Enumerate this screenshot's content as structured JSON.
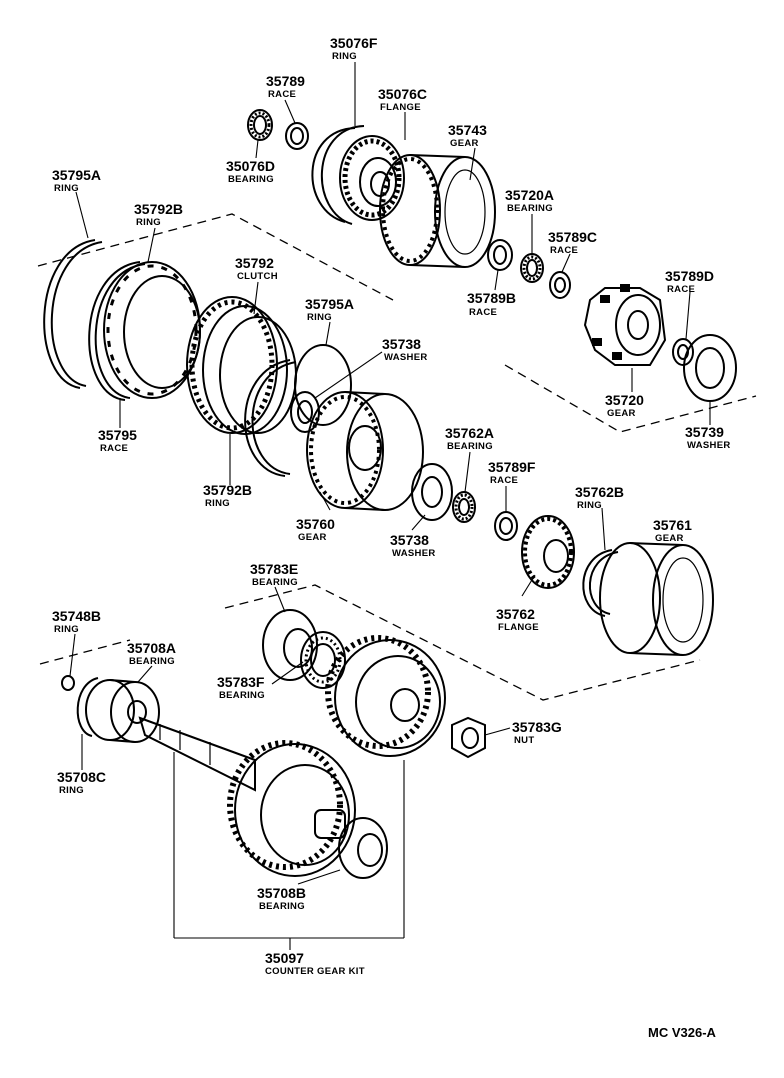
{
  "figure_code": "MC  V326-A",
  "parts": [
    {
      "id": "p1",
      "number": "35076F",
      "name": "RING"
    },
    {
      "id": "p2",
      "number": "35789",
      "name": "RACE"
    },
    {
      "id": "p3",
      "number": "35076C",
      "name": "FLANGE"
    },
    {
      "id": "p4",
      "number": "35743",
      "name": "GEAR"
    },
    {
      "id": "p5",
      "number": "35076D",
      "name": "BEARING"
    },
    {
      "id": "p6",
      "number": "35795A",
      "name": "RING"
    },
    {
      "id": "p7",
      "number": "35792B",
      "name": "RING"
    },
    {
      "id": "p8",
      "number": "35720A",
      "name": "BEARING"
    },
    {
      "id": "p9",
      "number": "35789C",
      "name": "RACE"
    },
    {
      "id": "p10",
      "number": "35792",
      "name": "CLUTCH"
    },
    {
      "id": "p11",
      "number": "35789D",
      "name": "RACE"
    },
    {
      "id": "p12",
      "number": "35789B",
      "name": "RACE"
    },
    {
      "id": "p13",
      "number": "35795A",
      "name": "RING"
    },
    {
      "id": "p14",
      "number": "35738",
      "name": "WASHER"
    },
    {
      "id": "p15",
      "number": "35720",
      "name": "GEAR"
    },
    {
      "id": "p16",
      "number": "35739",
      "name": "WASHER"
    },
    {
      "id": "p17",
      "number": "35795",
      "name": "RACE"
    },
    {
      "id": "p18",
      "number": "35762A",
      "name": "BEARING"
    },
    {
      "id": "p19",
      "number": "35792B",
      "name": "RING"
    },
    {
      "id": "p20",
      "number": "35789F",
      "name": "RACE"
    },
    {
      "id": "p21",
      "number": "35762B",
      "name": "RING"
    },
    {
      "id": "p22",
      "number": "35760",
      "name": "GEAR"
    },
    {
      "id": "p23",
      "number": "35761",
      "name": "GEAR"
    },
    {
      "id": "p24",
      "number": "35738",
      "name": "WASHER"
    },
    {
      "id": "p25",
      "number": "35783E",
      "name": "BEARING"
    },
    {
      "id": "p26",
      "number": "35762",
      "name": "FLANGE"
    },
    {
      "id": "p27",
      "number": "35748B",
      "name": "RING"
    },
    {
      "id": "p28",
      "number": "35708A",
      "name": "BEARING"
    },
    {
      "id": "p29",
      "number": "35783F",
      "name": "BEARING"
    },
    {
      "id": "p30",
      "number": "35783G",
      "name": "NUT"
    },
    {
      "id": "p31",
      "number": "35708C",
      "name": "RING"
    },
    {
      "id": "p32",
      "number": "35708B",
      "name": "BEARING"
    },
    {
      "id": "p33",
      "number": "35097",
      "name": "COUNTER GEAR KIT"
    }
  ]
}
